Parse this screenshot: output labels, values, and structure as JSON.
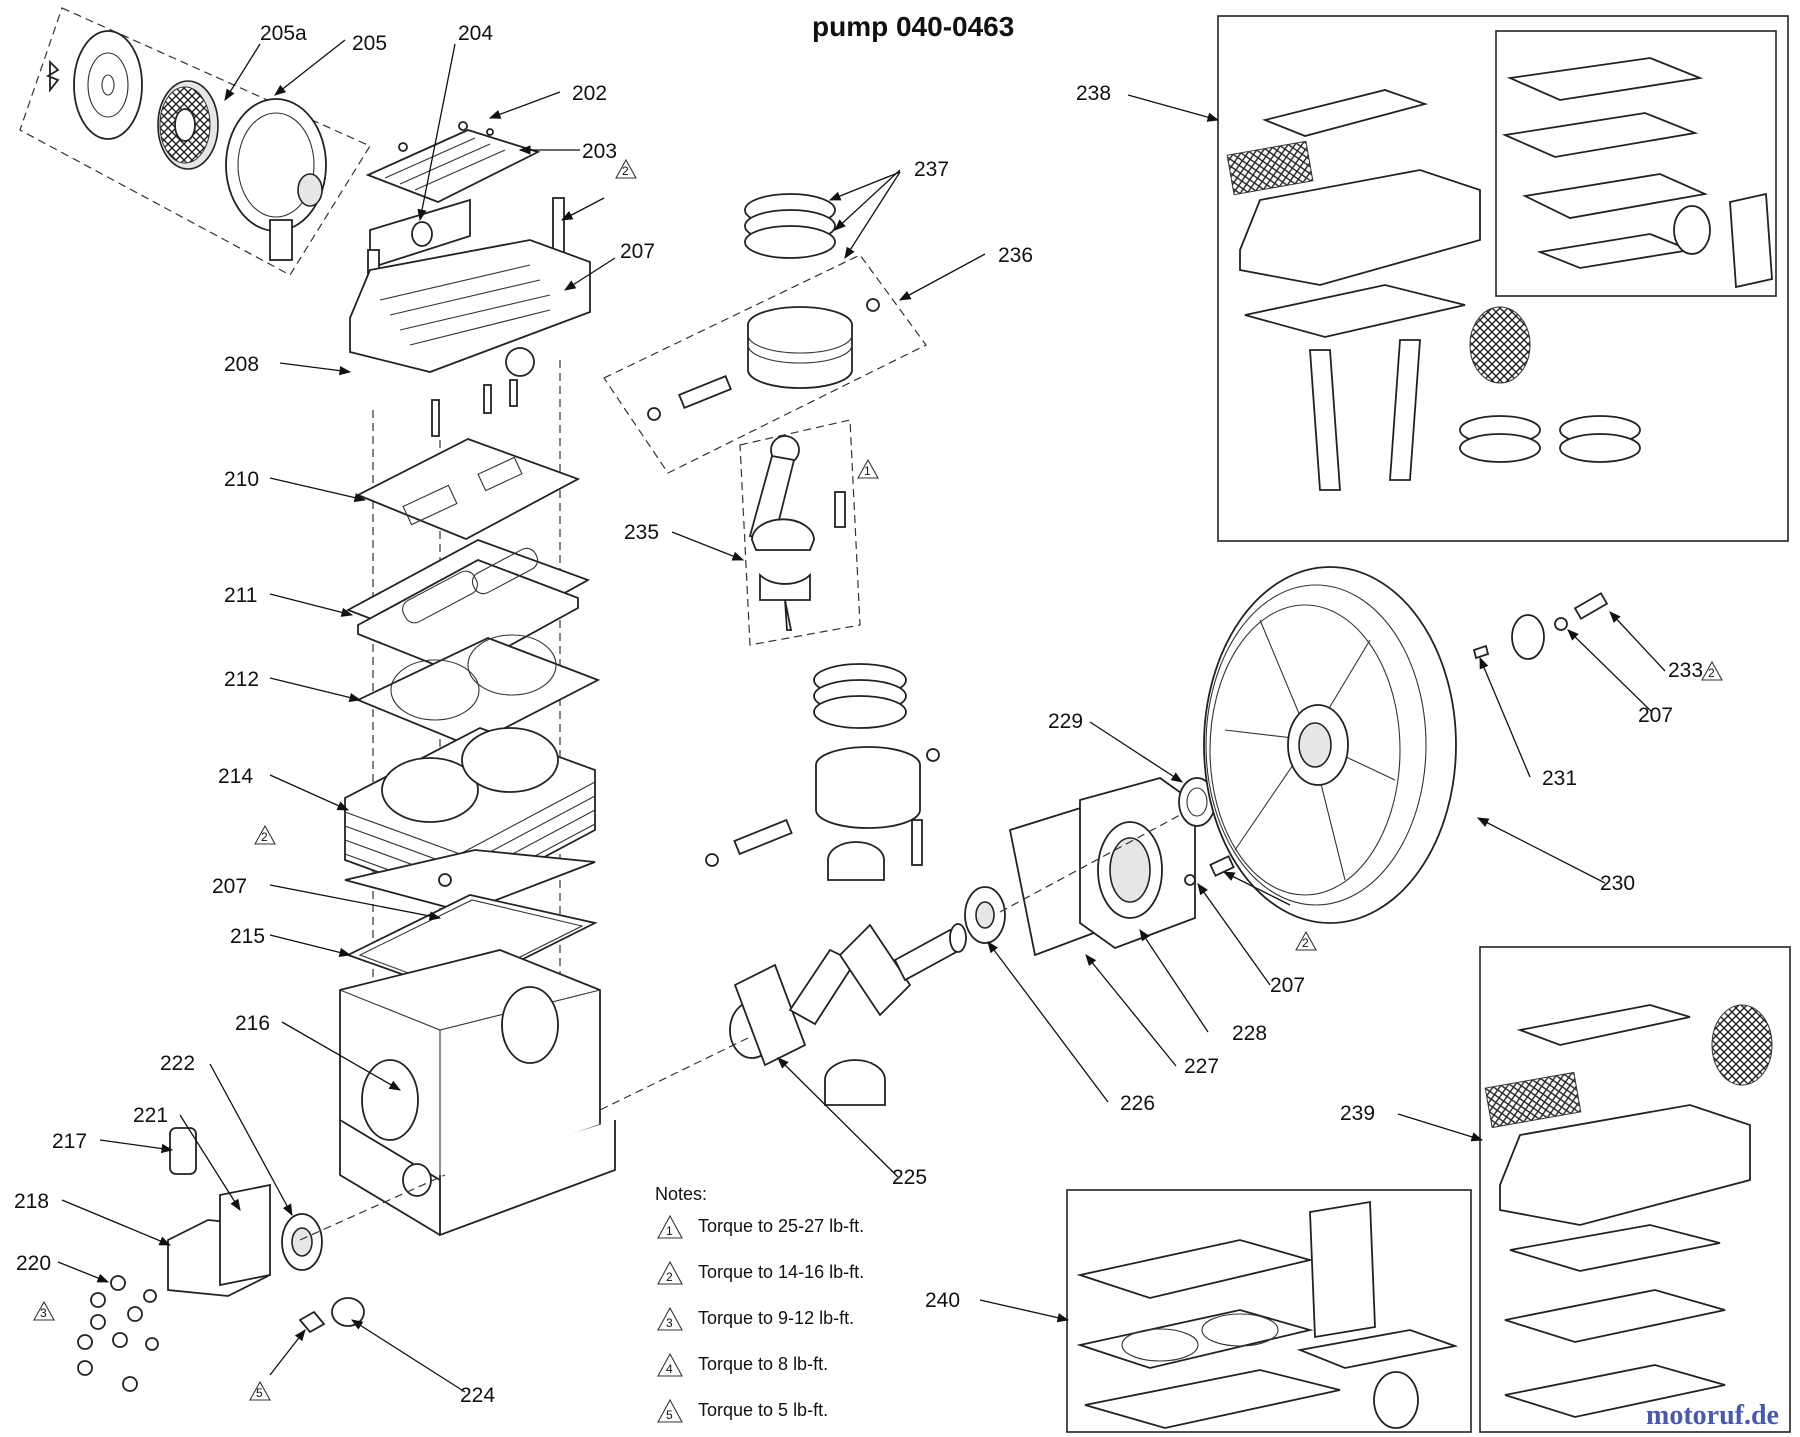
{
  "title": "pump 040-0463",
  "labels": {
    "l205a": "205a",
    "l205": "205",
    "l204": "204",
    "l202": "202",
    "l203": "203",
    "l207a": "207",
    "l208": "208",
    "l210": "210",
    "l211": "211",
    "l212": "212",
    "l214": "214",
    "l207b": "207",
    "l215": "215",
    "l216": "216",
    "l222": "222",
    "l221": "221",
    "l217": "217",
    "l218": "218",
    "l220": "220",
    "l224": "224",
    "l237": "237",
    "l236": "236",
    "l235": "235",
    "l238": "238",
    "l229": "229",
    "l233": "233",
    "l207c": "207",
    "l231": "231",
    "l230": "230",
    "l207d": "207",
    "l228": "228",
    "l227": "227",
    "l226": "226",
    "l225": "225",
    "l239": "239",
    "l240": "240"
  },
  "torque_marks": {
    "t202": "2",
    "t214": "2",
    "t207d": "2",
    "t233": "2",
    "t220": "3",
    "t224": "5",
    "t235": "1"
  },
  "notes": {
    "heading": "Notes:",
    "items": [
      {
        "num": "1",
        "text": "Torque to 25-27 lb-ft."
      },
      {
        "num": "2",
        "text": "Torque to 14-16 lb-ft."
      },
      {
        "num": "3",
        "text": "Torque to 9-12 lb-ft."
      },
      {
        "num": "4",
        "text": "Torque to 8 lb-ft."
      },
      {
        "num": "5",
        "text": "Torque to 5 lb-ft."
      }
    ]
  },
  "watermark": "motoruf.de"
}
